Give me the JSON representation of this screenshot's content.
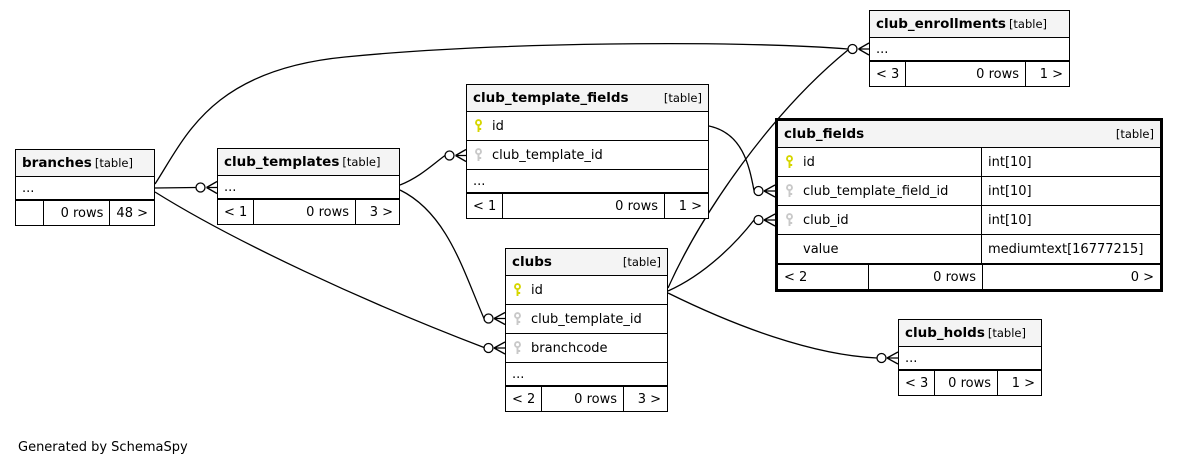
{
  "generator_note": "Generated by SchemaSpy",
  "colors": {
    "primary_key": "#d6d600",
    "foreign_key": "#c9c9c9",
    "header_bg": "#f4f4f4",
    "border": "#000000",
    "background": "#ffffff"
  },
  "tables": {
    "branches": {
      "name": "branches",
      "tag": "[table]",
      "ellipsis": "...",
      "footer": {
        "parents": "",
        "rows": "0 rows",
        "children": "48 >"
      }
    },
    "club_templates": {
      "name": "club_templates",
      "tag": "[table]",
      "ellipsis": "...",
      "footer": {
        "parents": "< 1",
        "rows": "0 rows",
        "children": "3 >"
      }
    },
    "club_template_fields": {
      "name": "club_template_fields",
      "tag": "[table]",
      "ellipsis": "...",
      "columns": [
        {
          "name": "id",
          "key": "primary"
        },
        {
          "name": "club_template_id",
          "key": "foreign"
        }
      ],
      "footer": {
        "parents": "< 1",
        "rows": "0 rows",
        "children": "1 >"
      }
    },
    "club_enrollments": {
      "name": "club_enrollments",
      "tag": "[table]",
      "ellipsis": "...",
      "footer": {
        "parents": "< 3",
        "rows": "0 rows",
        "children": "1 >"
      }
    },
    "club_fields": {
      "name": "club_fields",
      "tag": "[table]",
      "columns": [
        {
          "name": "id",
          "type": "int[10]",
          "key": "primary"
        },
        {
          "name": "club_template_field_id",
          "type": "int[10]",
          "key": "foreign"
        },
        {
          "name": "club_id",
          "type": "int[10]",
          "key": "foreign"
        },
        {
          "name": "value",
          "type": "mediumtext[16777215]",
          "key": "none"
        }
      ],
      "footer": {
        "parents": "< 2",
        "rows": "0 rows",
        "children": "0 >"
      }
    },
    "clubs": {
      "name": "clubs",
      "tag": "[table]",
      "ellipsis": "...",
      "columns": [
        {
          "name": "id",
          "key": "primary"
        },
        {
          "name": "club_template_id",
          "key": "foreign"
        },
        {
          "name": "branchcode",
          "key": "foreign"
        }
      ],
      "footer": {
        "parents": "< 2",
        "rows": "0 rows",
        "children": "3 >"
      }
    },
    "club_holds": {
      "name": "club_holds",
      "tag": "[table]",
      "ellipsis": "...",
      "footer": {
        "parents": "< 3",
        "rows": "0 rows",
        "children": "1 >"
      }
    }
  },
  "relationships": [
    {
      "parent": "branches",
      "child": "club_templates"
    },
    {
      "parent": "branches",
      "child": "club_enrollments"
    },
    {
      "parent": "branches",
      "child": "clubs.branchcode"
    },
    {
      "parent": "club_templates",
      "child": "club_template_fields.club_template_id"
    },
    {
      "parent": "club_templates",
      "child": "clubs.club_template_id"
    },
    {
      "parent": "club_template_fields.id",
      "child": "club_fields.club_template_field_id"
    },
    {
      "parent": "clubs.id",
      "child": "club_fields.club_id"
    },
    {
      "parent": "clubs.id",
      "child": "club_enrollments"
    },
    {
      "parent": "clubs.id",
      "child": "club_holds"
    }
  ]
}
